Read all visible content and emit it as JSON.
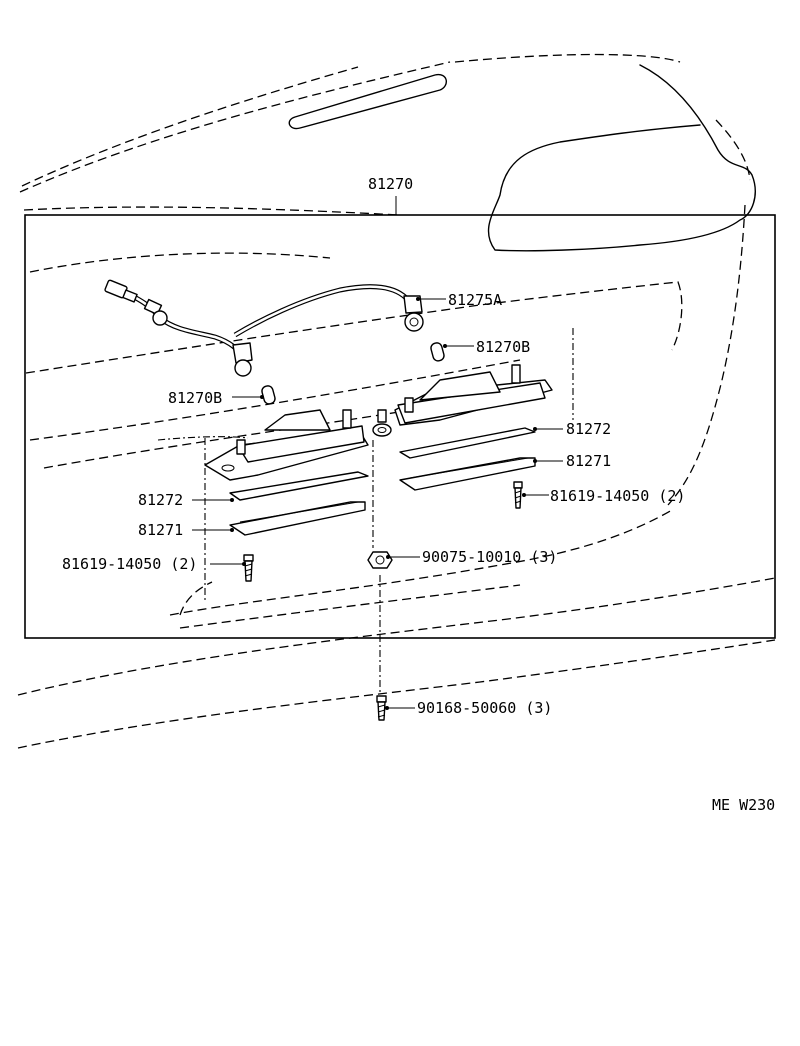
{
  "diagram": {
    "assembly_label": "81270",
    "callouts": {
      "socket_with_wire": "81275A",
      "bulb_right": "81270B",
      "bulb_left": "81270B",
      "gasket_right": "81272",
      "lens_right": "81271",
      "screw_right": "81619-14050 (2)",
      "gasket_left": "81272",
      "lens_left": "81271",
      "screw_left": "81619-14050 (2)",
      "nut": "90075-10010 (3)",
      "bottom_screw": "90168-50060 (3)"
    },
    "drawing_code": "ME W230"
  }
}
